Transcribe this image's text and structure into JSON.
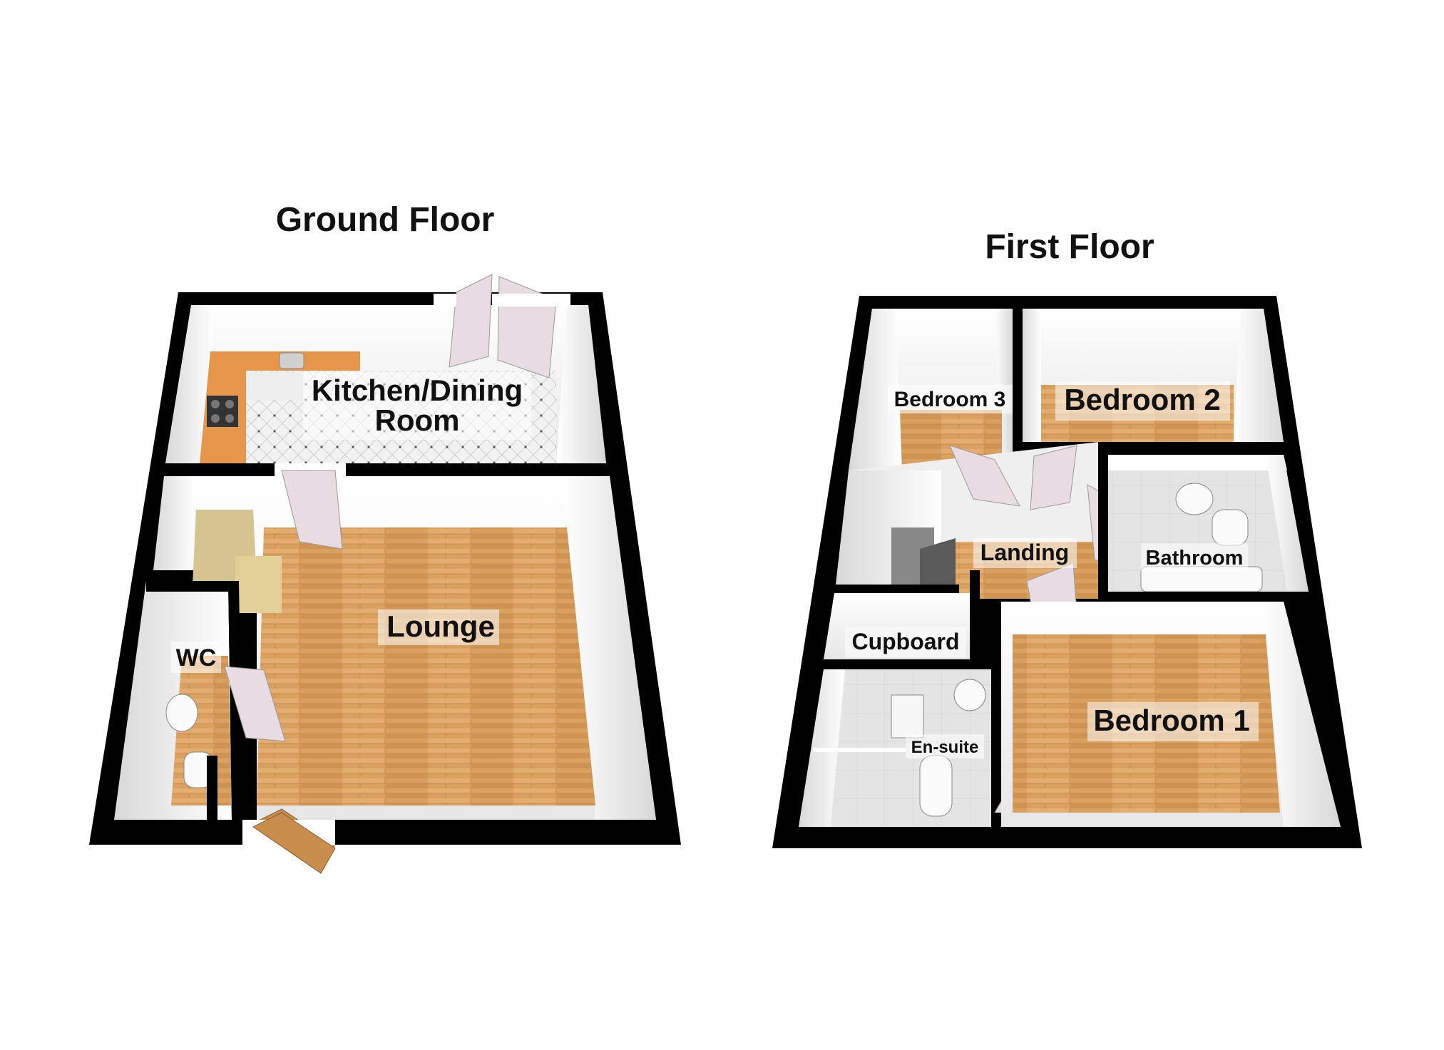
{
  "floors": {
    "ground": {
      "title": "Ground Floor",
      "rooms": {
        "kitchen_line1": "Kitchen/Dining",
        "kitchen_line2": "Room",
        "lounge": "Lounge",
        "wc": "WC"
      }
    },
    "first": {
      "title": "First Floor",
      "rooms": {
        "bedroom3": "Bedroom 3",
        "bedroom2": "Bedroom 2",
        "landing": "Landing",
        "bathroom": "Bathroom",
        "cupboard": "Cupboard",
        "ensuite": "En-suite",
        "bedroom1": "Bedroom 1"
      }
    }
  },
  "colors": {
    "wall": "#000000",
    "inner_wall": "#f4f4f4",
    "wood_floor": "#d9a060",
    "tile_floor": "#e6e6e6",
    "worktop": "#e6964a",
    "door": "#e8dce2"
  }
}
